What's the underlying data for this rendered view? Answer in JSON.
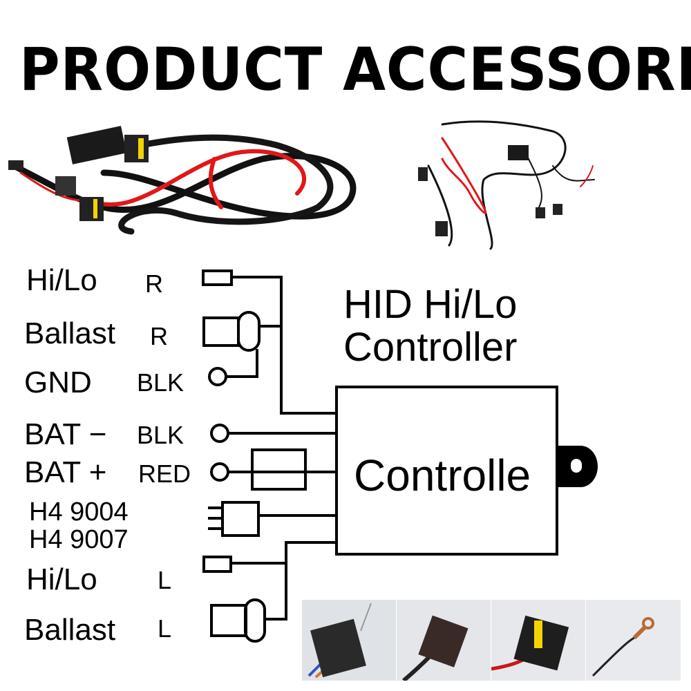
{
  "title": "PRODUCT ACCESSORIES",
  "diagram": {
    "heading_line1": "HID Hi/Lo",
    "heading_line2": "Controller",
    "box_label": "Controlle",
    "labels": [
      {
        "name": "Hi/Lo",
        "color": "R"
      },
      {
        "name": "Ballast",
        "color": "R"
      },
      {
        "name": "GND",
        "color": "BLK"
      },
      {
        "name": "BAT −",
        "color": "BLK"
      },
      {
        "name": "BAT +",
        "color": "RED"
      },
      {
        "name": "H4 9004",
        "color": ""
      },
      {
        "name": "H4 9007",
        "color": ""
      },
      {
        "name": "Hi/Lo",
        "color": "L"
      },
      {
        "name": "Ballast",
        "color": "L"
      }
    ]
  },
  "colors": {
    "wire_red": "#e01818",
    "wire_black": "#111111",
    "connector_yellow": "#f2d400"
  }
}
